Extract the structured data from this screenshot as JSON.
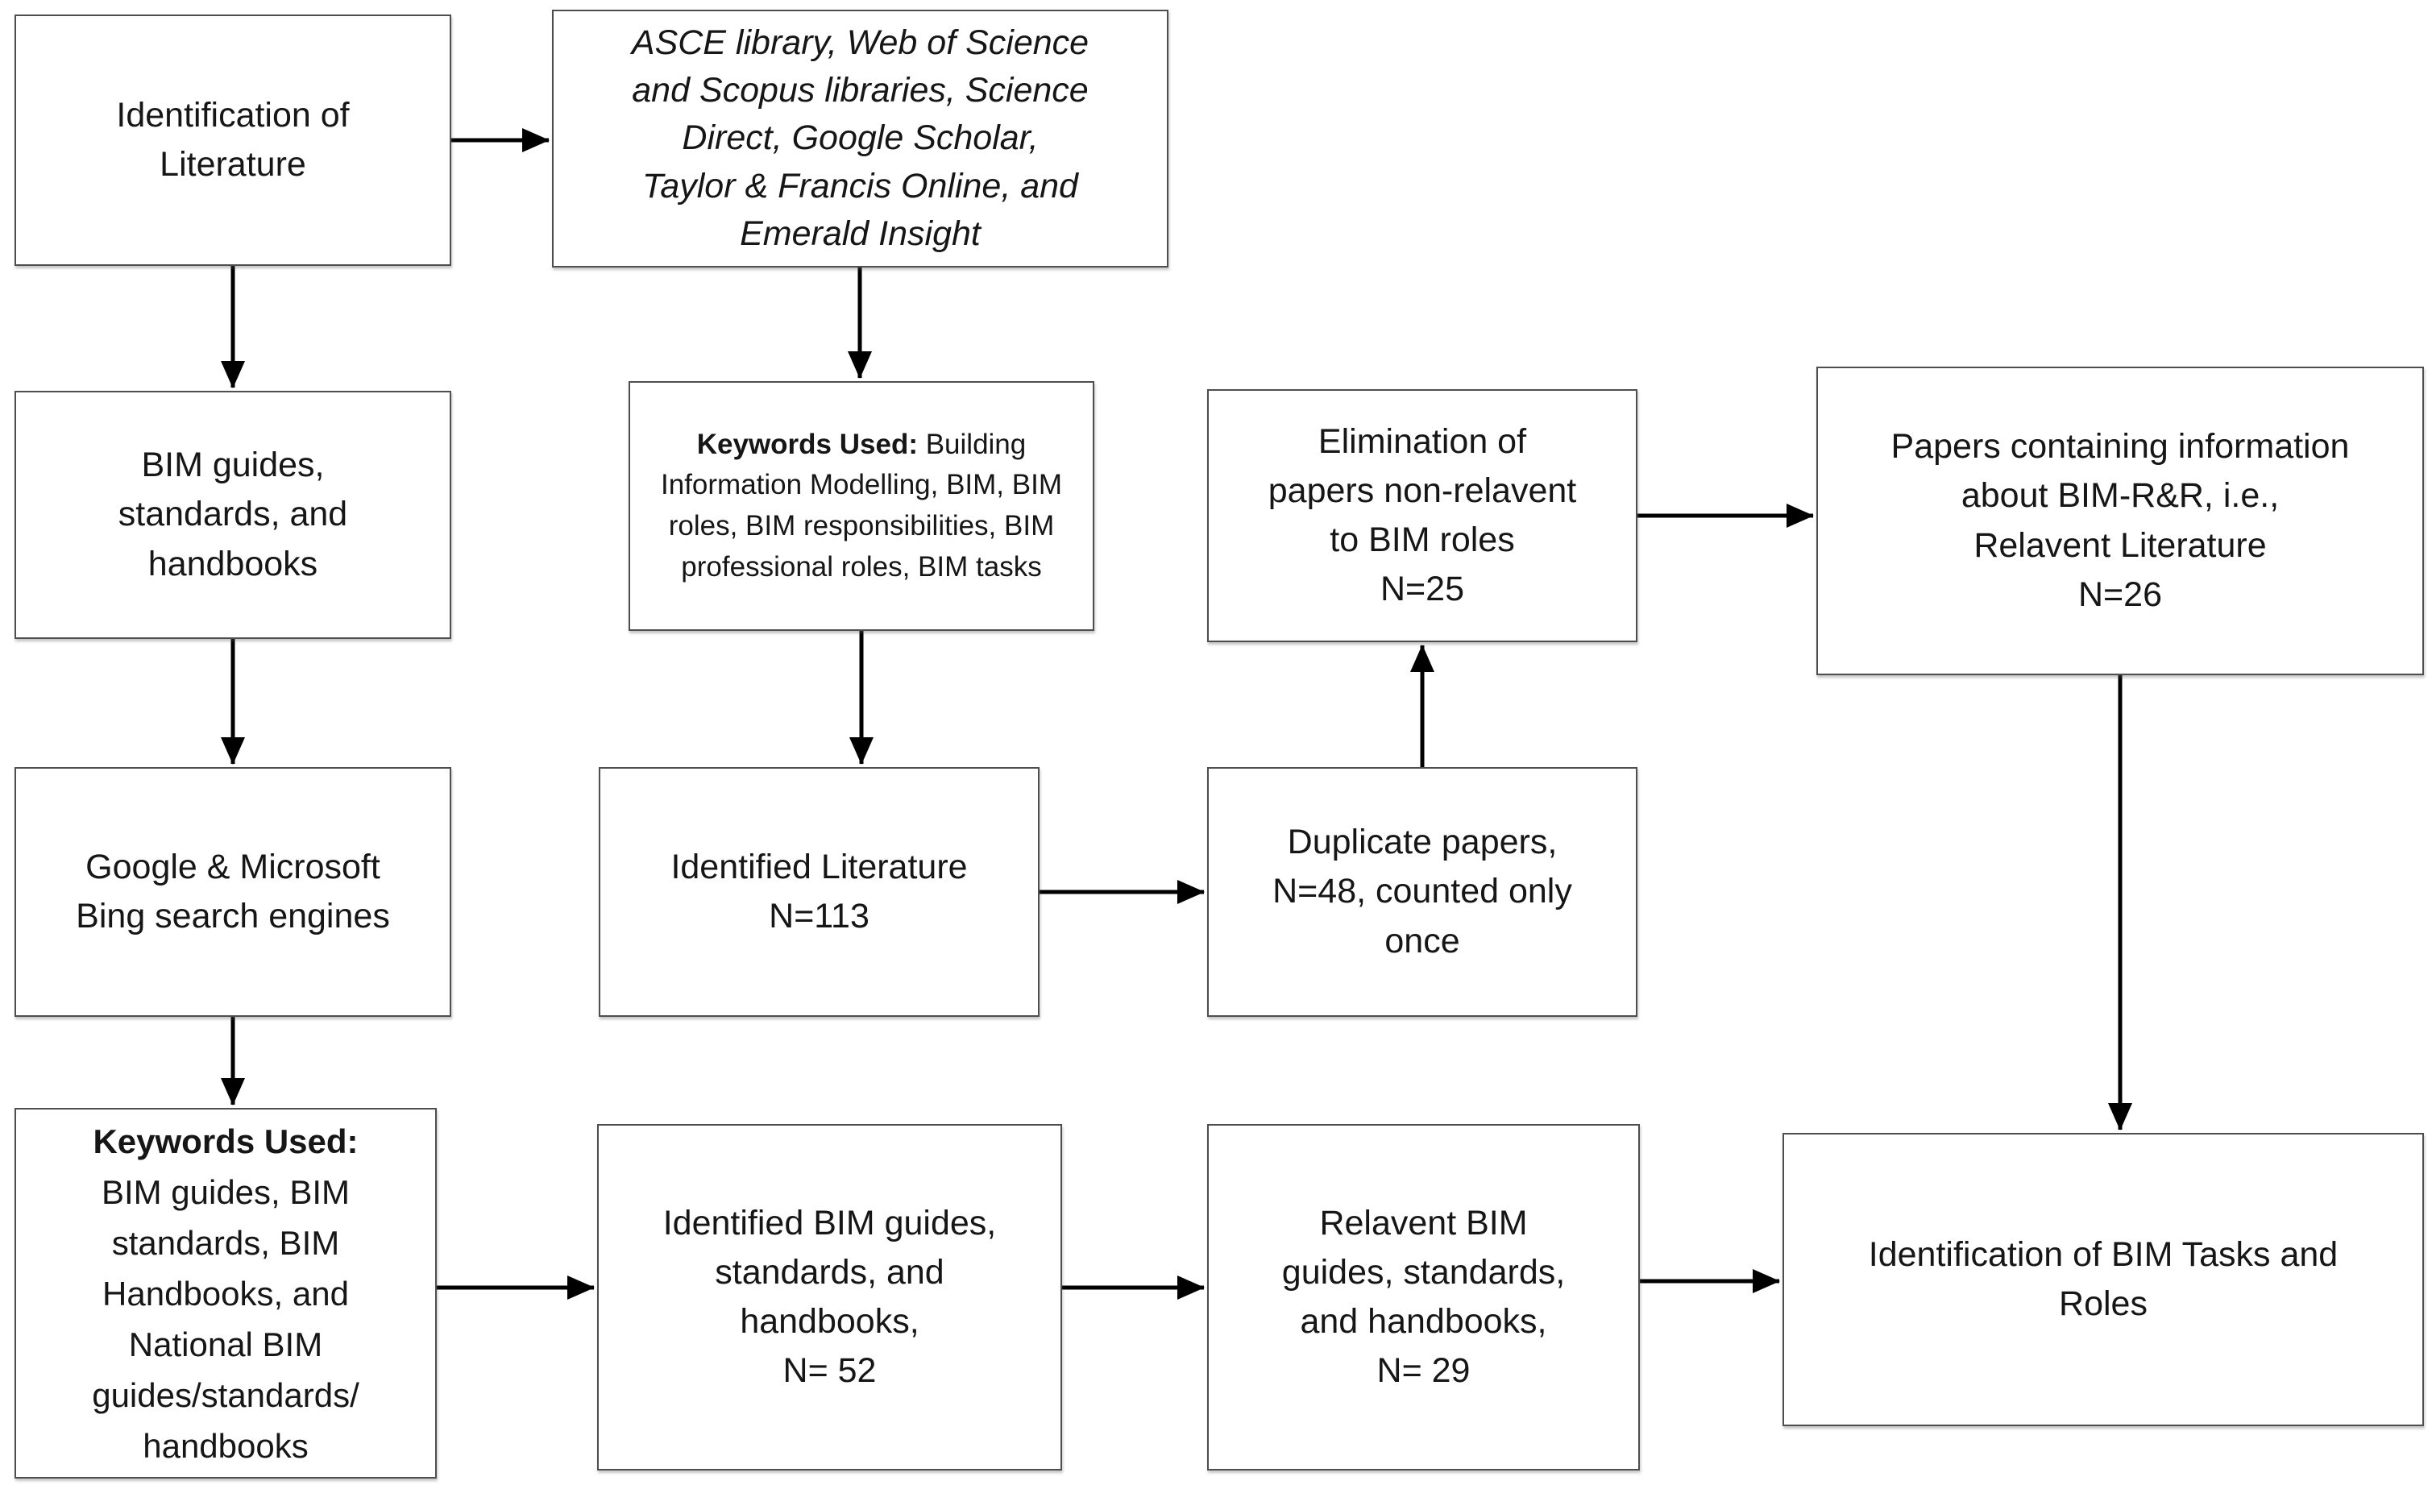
{
  "figure": {
    "type": "flowchart",
    "colors": {
      "background": "#ffffff",
      "box_fill": "#ffffff",
      "box_border": "#4e4e4e",
      "text": "#161616",
      "arrow": "#000000"
    }
  },
  "nodes": {
    "id_literature": {
      "label": "Identification of\nLiterature"
    },
    "sources": {
      "label": "ASCE library, Web of Science\nand Scopus libraries, Science\nDirect, Google Scholar,\nTaylor & Francis Online, and\nEmerald Insight"
    },
    "bim_guides": {
      "label": "BIM guides,\nstandards, and\nhandbooks"
    },
    "keywords_papers": {
      "prefix": "Keywords Used:",
      "rest": " Building Information Modelling, BIM, BIM roles, BIM responsibilities, BIM professional roles, BIM tasks"
    },
    "elimination": {
      "label": "Elimination of\npapers non-relavent\nto BIM roles\nN=25"
    },
    "relevant_papers": {
      "label": "Papers containing information\nabout BIM-R&R, i.e.,\nRelavent Literature\nN=26"
    },
    "search_engines": {
      "label": "Google & Microsoft\nBing search engines"
    },
    "identified_literature": {
      "label": "Identified Literature\nN=113"
    },
    "duplicates": {
      "label": "Duplicate papers,\nN=48, counted only\nonce"
    },
    "keywords_guides": {
      "prefix": "Keywords Used:",
      "rest": "BIM guides, BIM\nstandards, BIM\nHandbooks, and\nNational BIM\nguides/standards/\nhandbooks"
    },
    "identified_guides": {
      "label": "Identified BIM guides,\nstandards, and\nhandbooks,\nN= 52"
    },
    "relevant_guides": {
      "label": "Relavent BIM\nguides, standards,\nand handbooks,\nN= 29"
    },
    "tasks_roles": {
      "label": "Identification of BIM Tasks and\nRoles"
    }
  }
}
